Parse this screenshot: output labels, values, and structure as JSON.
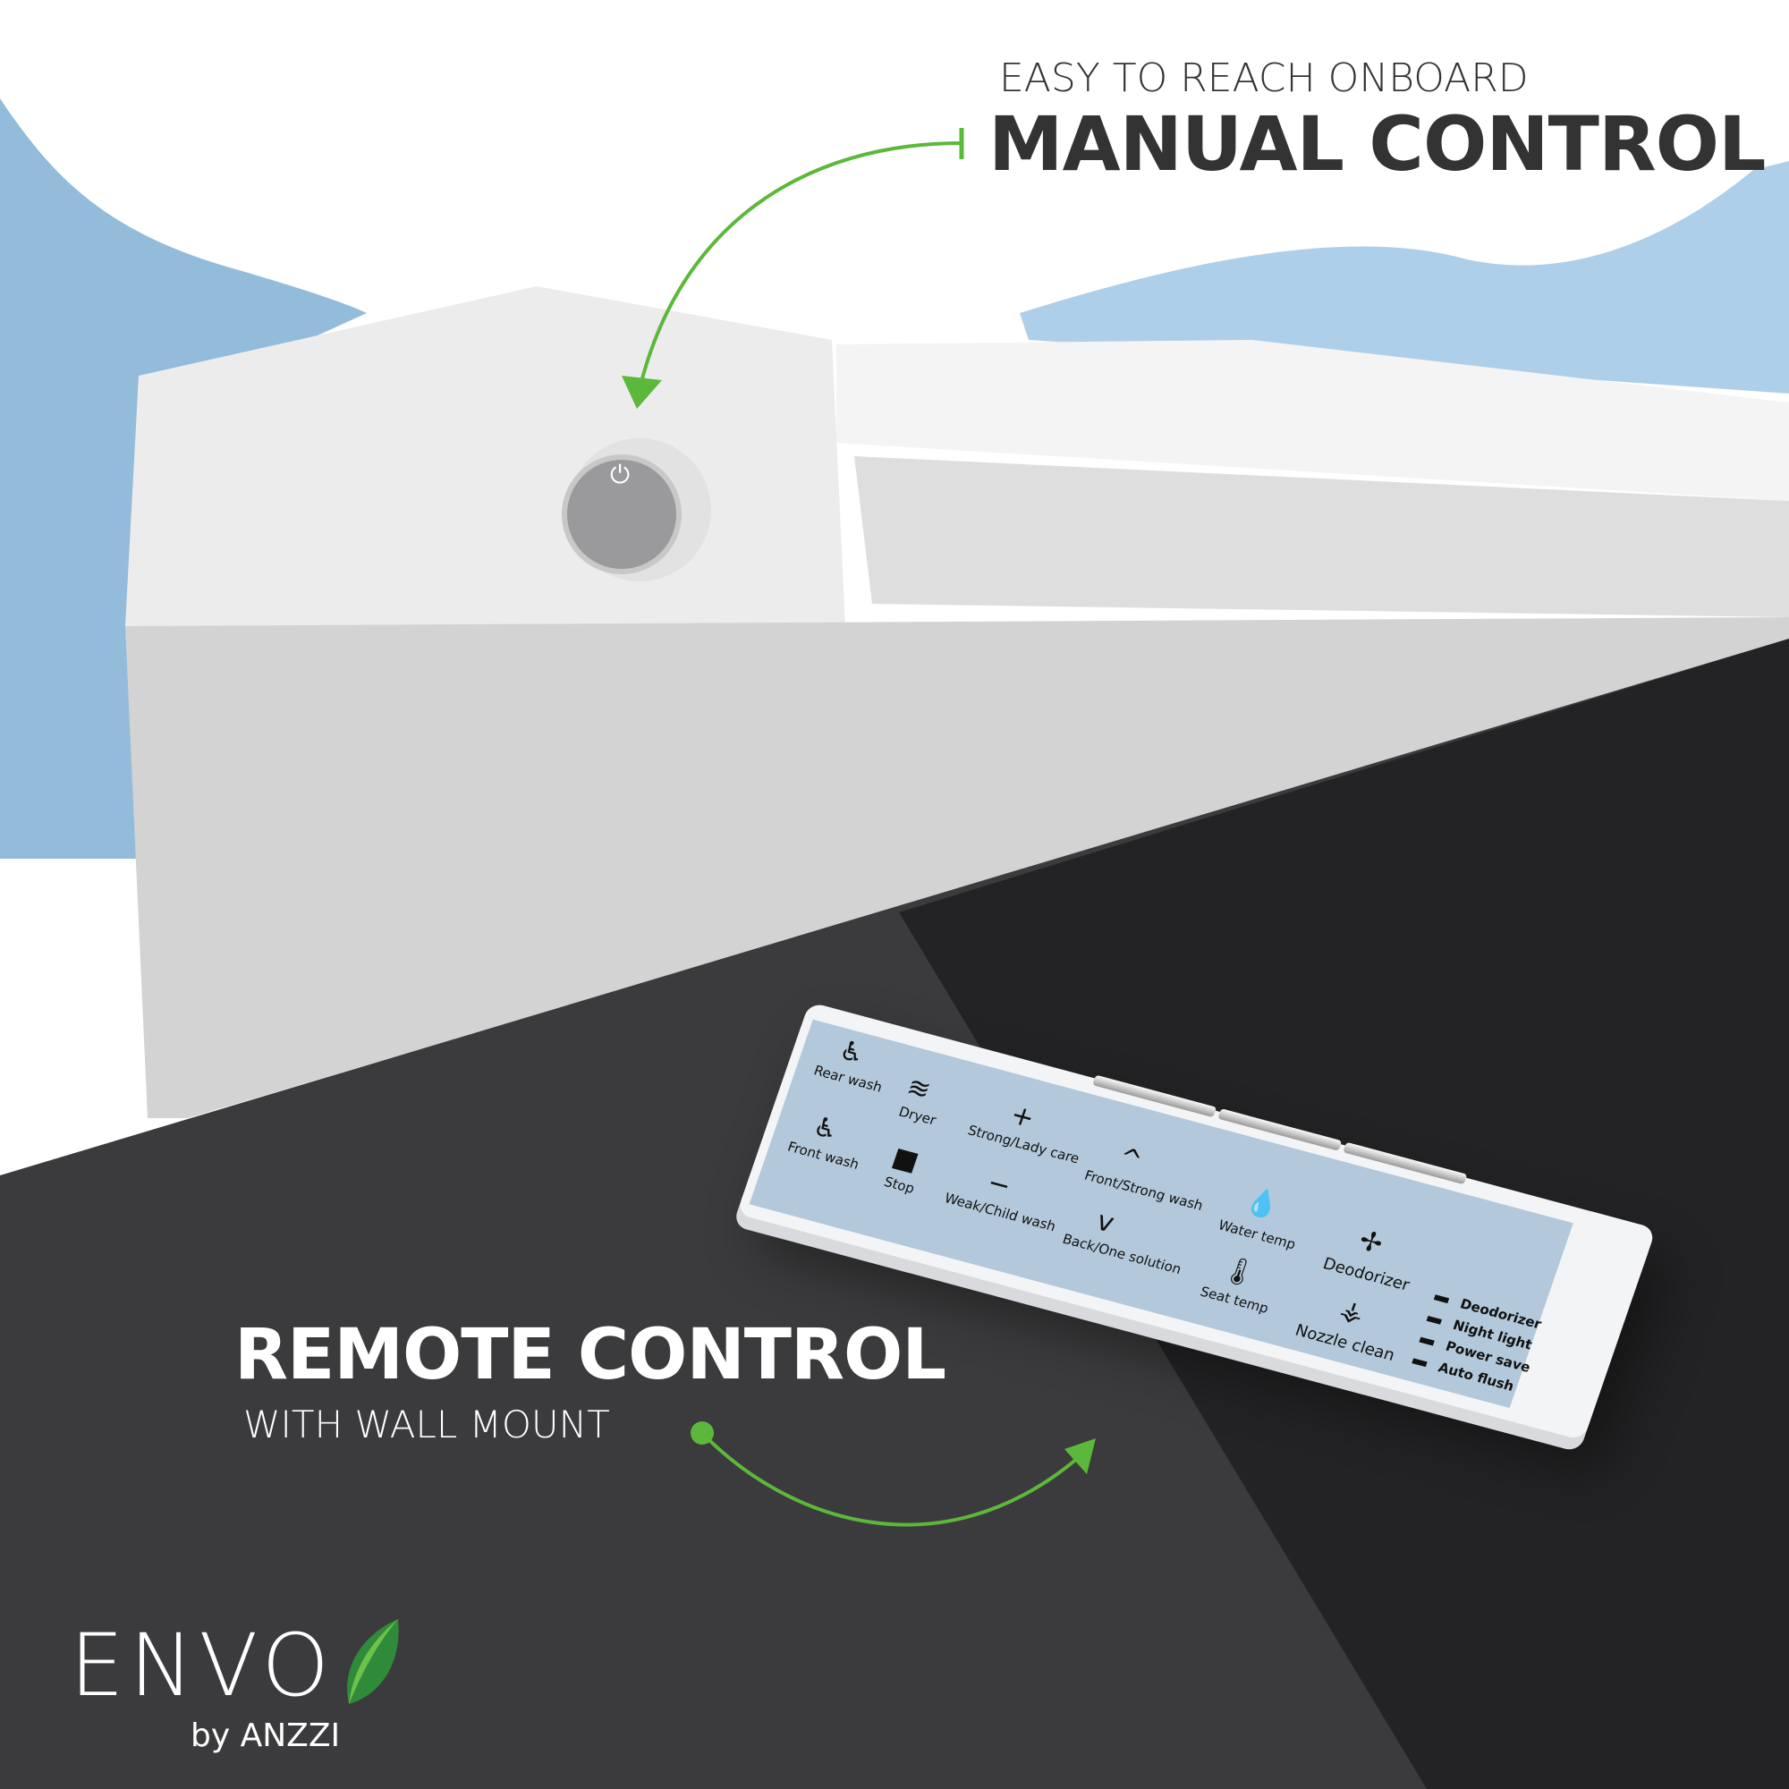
{
  "headline_top": {
    "line1": "EASY TO REACH ONBOARD",
    "line2": "MANUAL CONTROL"
  },
  "headline_bottom": {
    "line1": "REMOTE CONTROL",
    "line2": "WITH WALL MOUNT"
  },
  "remote_labels": {
    "rear_wash": "Rear wash",
    "front_wash": "Front wash",
    "dryer": "Dryer",
    "stop": "Stop",
    "strong_lady_care": "Strong/Lady care",
    "weak_child_wash": "Weak/Child wash",
    "front_strong_wash": "Front/Strong wash",
    "back_one_solution": "Back/One solution",
    "water_temp": "Water temp",
    "seat_temp": "Seat temp",
    "deodorizer": "Deodorizer",
    "nozzle_clean": "Nozzle clean"
  },
  "indicators": [
    "Deodorizer",
    "Night light",
    "Power save",
    "Auto flush"
  ],
  "logo": {
    "main": "ENVO",
    "sub": "by ANZZI"
  },
  "colors": {
    "accent_green": "#5cb83a",
    "dark_bg": "#3b3b3d",
    "darker_bg": "#232325",
    "panel_blue": "#b3c8da",
    "text_dark": "#333333"
  }
}
